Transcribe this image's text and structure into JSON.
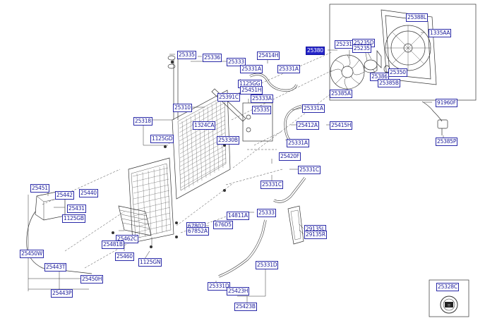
{
  "parts": {
    "p25388L": "25388L",
    "p1335AA": "1335AA",
    "p25380": "25380",
    "p25231": "25231",
    "p25235D": "25235D",
    "p25235b": "25235",
    "p25386": "25386",
    "p25350": "25350",
    "p25385B": "25385B",
    "p25385A": "25385A",
    "p91960F": "91960F",
    "p25385P": "25385P",
    "p25335": "25335",
    "p25336": "25336",
    "p25333": "25333",
    "p25414H": "25414H",
    "p25331A_1": "25331A",
    "p25331A_2": "25331A",
    "p1125GG": "1125GG",
    "p25451H": "25451H",
    "p25391C": "25391C",
    "p25333A": "25333A",
    "p25335b": "25335",
    "p25331A_3": "25331A",
    "p25412A": "25412A",
    "p25415H": "25415H",
    "p25331A_4": "25331A",
    "p25310": "25310",
    "p25318": "25318",
    "p1324CA": "1324CA",
    "p1125GD": "1125GD",
    "p25330B": "25330B",
    "p25420F": "25420F",
    "p25331C_1": "25331C",
    "p25331C_2": "25331C",
    "p25451": "25451",
    "p25442": "25442",
    "p25440": "25440",
    "p25431": "25431",
    "p1125GB": "1125GB",
    "p14811A": "14811A",
    "p25333b": "25333",
    "p67802": "67802",
    "p67852A": "67852A",
    "p676D5": "676D5",
    "p25462C": "25462C",
    "p25481B": "25481B",
    "p25460": "25460",
    "p1125GN": "1125GN",
    "p25450W": "25450W",
    "p25443T": "25443T",
    "p25450H": "25450H",
    "p25443P": "25443P",
    "p29135L": "29135L",
    "p29135R": "29135R",
    "p25331D_1": "25331D",
    "p25331D_2": "25331D",
    "p25423H": "25423H",
    "p25423B": "25423B",
    "p25328C": "25328C"
  },
  "highlight_color": "#2323c8",
  "label_color": "#1a1a99"
}
